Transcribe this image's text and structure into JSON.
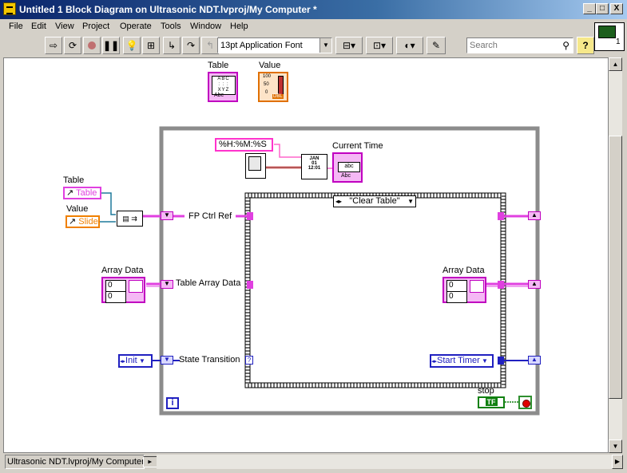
{
  "window": {
    "title": "Untitled 1 Block Diagram on Ultrasonic NDT.lvproj/My Computer *",
    "controls": {
      "minimize": "_",
      "maximize": "□",
      "close": "X"
    }
  },
  "menu": [
    "File",
    "Edit",
    "View",
    "Project",
    "Operate",
    "Tools",
    "Window",
    "Help"
  ],
  "toolbar": {
    "font_select": "13pt Application Font",
    "search_placeholder": "Search",
    "help": "?"
  },
  "connector_pane_number": "1",
  "diagram": {
    "fp_terminals": {
      "table_label": "Table",
      "value_label": "Value"
    },
    "refs": {
      "table_label": "Table",
      "table_ref": "Table",
      "value_label": "Value",
      "value_ref": "Slide"
    },
    "format_string": "%H:%M:%S",
    "current_time_label": "Current Time",
    "current_time_value": "abc",
    "current_time_sublabel": "Abc",
    "case_selector": "\"Clear Table\"",
    "tunnels": {
      "fp_ctrl_ref": "FP Ctrl Ref",
      "table_array_data": "Table Array Data",
      "state_transition": "State Transition"
    },
    "array_left": {
      "label": "Array Data",
      "index": "0",
      "value": "0"
    },
    "array_right": {
      "label": "Array Data",
      "index": "0",
      "value": "0"
    },
    "init_enum": "Init",
    "start_timer_enum": "Start Timer",
    "stop_label": "stop",
    "stop_bool": "TF",
    "iteration": "i",
    "value_scale": [
      "100",
      "50",
      "0"
    ],
    "value_tag": "DBL",
    "table_tag": "Abc"
  },
  "status": {
    "project_path": "Ultrasonic NDT.lvproj/My Computer"
  }
}
